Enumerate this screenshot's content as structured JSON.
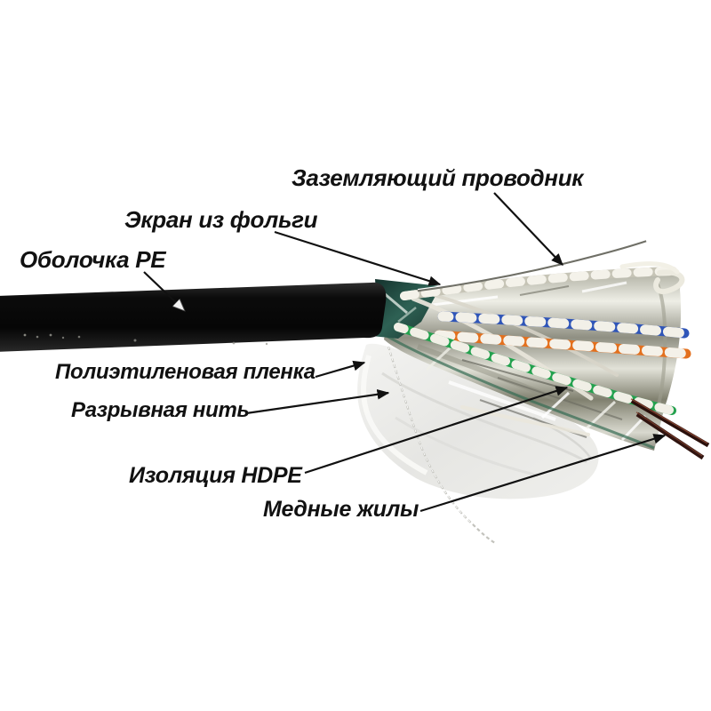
{
  "labels": [
    {
      "id": "grounding-conductor",
      "text": "Заземляющий проводник"
    },
    {
      "id": "foil-shield",
      "text": "Экран из фольги"
    },
    {
      "id": "pe-jacket",
      "text": "Оболочка PE"
    },
    {
      "id": "polyethylene-film",
      "text": "Полиэтиленовая пленка"
    },
    {
      "id": "rip-cord",
      "text": "Разрывная нить"
    },
    {
      "id": "hdpe-insulation",
      "text": "Изоляция HDPE"
    },
    {
      "id": "copper-conductors",
      "text": "Медные жилы"
    }
  ],
  "colors": {
    "background": "#ffffff",
    "label_text": "#111111",
    "arrow": "#111111",
    "jacket_black": "#101010",
    "foil_silver": "#c9c9bd",
    "pair_blue": "#2f55b8",
    "pair_orange": "#e3701e",
    "pair_green": "#23a14e",
    "wire_white": "#efede3",
    "film_white": "#ebebe9",
    "copper_dark": "#351611",
    "shadow_teal": "#1e4a42"
  }
}
